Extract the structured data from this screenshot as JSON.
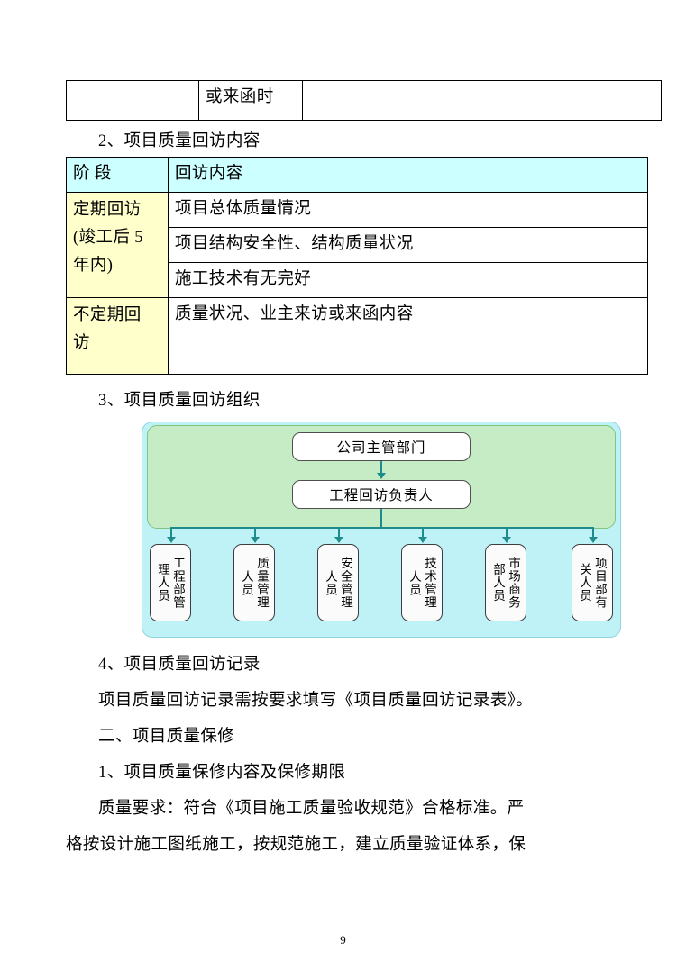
{
  "document": {
    "page_number": "9"
  },
  "table_top": {
    "rows": [
      {
        "col1": "",
        "col2": "或来函时",
        "col3": ""
      }
    ]
  },
  "headings": {
    "item2": "2、项目质量回访内容",
    "item3": "3、项目质量回访组织",
    "item4": "4、项目质量回访记录",
    "section2": "二、项目质量保修",
    "item2_1": "1、项目质量保修内容及保修期限"
  },
  "body": {
    "record_note": "项目质量回访记录需按要求填写《项目质量回访记录表》。",
    "quality_line1": "质量要求：符合《项目施工质量验收规范》合格标准。严",
    "quality_line2": "格按设计施工图纸施工，按规范施工，建立质量验证体系，保"
  },
  "table_main": {
    "headers": {
      "stage": "阶  段",
      "content": "回访内容"
    },
    "stage_regular": [
      "定期回访",
      "(竣工后 5",
      "年内)"
    ],
    "stage_irregular": [
      "不定期回",
      "访"
    ],
    "contents": [
      "项目总体质量情况",
      "项目结构安全性、结构质量状况",
      "施工技术有无完好",
      "质量状况、业主来访或来函内容"
    ],
    "colors": {
      "header_bg": "#ccffff",
      "stage_bg": "#ffffcc"
    }
  },
  "orgchart": {
    "top_node": "公司主管部门",
    "mid_node": "工程回访负责人",
    "leaves": [
      "工程部管理人员",
      "质量管理人员",
      "安全管理人员",
      "技术管理人员",
      "市场商务部人员",
      "项目部有关人员"
    ],
    "colors": {
      "outer_bg": "#bff2f7",
      "green_bg": "#c5ecc5",
      "connector": "#1f8c8c"
    }
  }
}
